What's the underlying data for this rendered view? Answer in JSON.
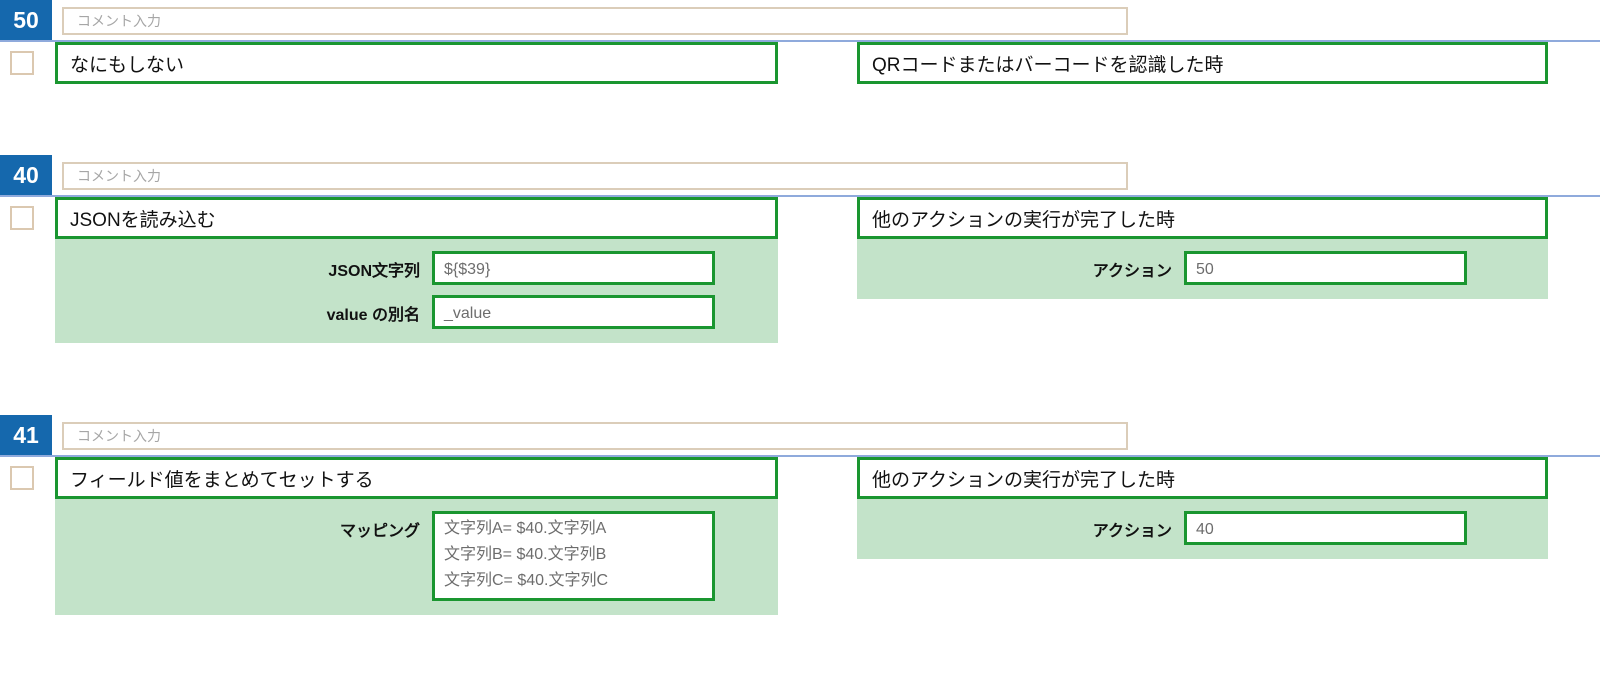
{
  "theme": {
    "badge_bg": "#1568ad",
    "badge_fg": "#ffffff",
    "rule": "#8faadc",
    "green_border": "#1a9630",
    "params_bg": "#c3e3c9",
    "comment_border": "#dbcdb9",
    "checkbox_border": "#dbc8b0",
    "value_text": "#6d6d6d"
  },
  "comment_placeholder": "コメント入力",
  "blocks": [
    {
      "id": "50",
      "comment_value": "",
      "checked": false,
      "action": {
        "title": "なにもしない",
        "params": []
      },
      "trigger": {
        "title": "QRコードまたはバーコードを認識した時",
        "params": []
      }
    },
    {
      "id": "40",
      "comment_value": "",
      "checked": false,
      "action": {
        "title": "JSONを読み込む",
        "params": [
          {
            "label": "JSON文字列",
            "value": "${$39}"
          },
          {
            "label": "value の別名",
            "value": "_value"
          }
        ]
      },
      "trigger": {
        "title": "他のアクションの実行が完了した時",
        "params": [
          {
            "label": "アクション",
            "value": "50"
          }
        ]
      }
    },
    {
      "id": "41",
      "comment_value": "",
      "checked": false,
      "action": {
        "title": "フィールド値をまとめてセットする",
        "params": [
          {
            "label": "マッピング",
            "lines": [
              "文字列A= $40.文字列A",
              "文字列B= $40.文字列B",
              "文字列C= $40.文字列C"
            ]
          }
        ]
      },
      "trigger": {
        "title": "他のアクションの実行が完了した時",
        "params": [
          {
            "label": "アクション",
            "value": "40"
          }
        ]
      }
    }
  ]
}
